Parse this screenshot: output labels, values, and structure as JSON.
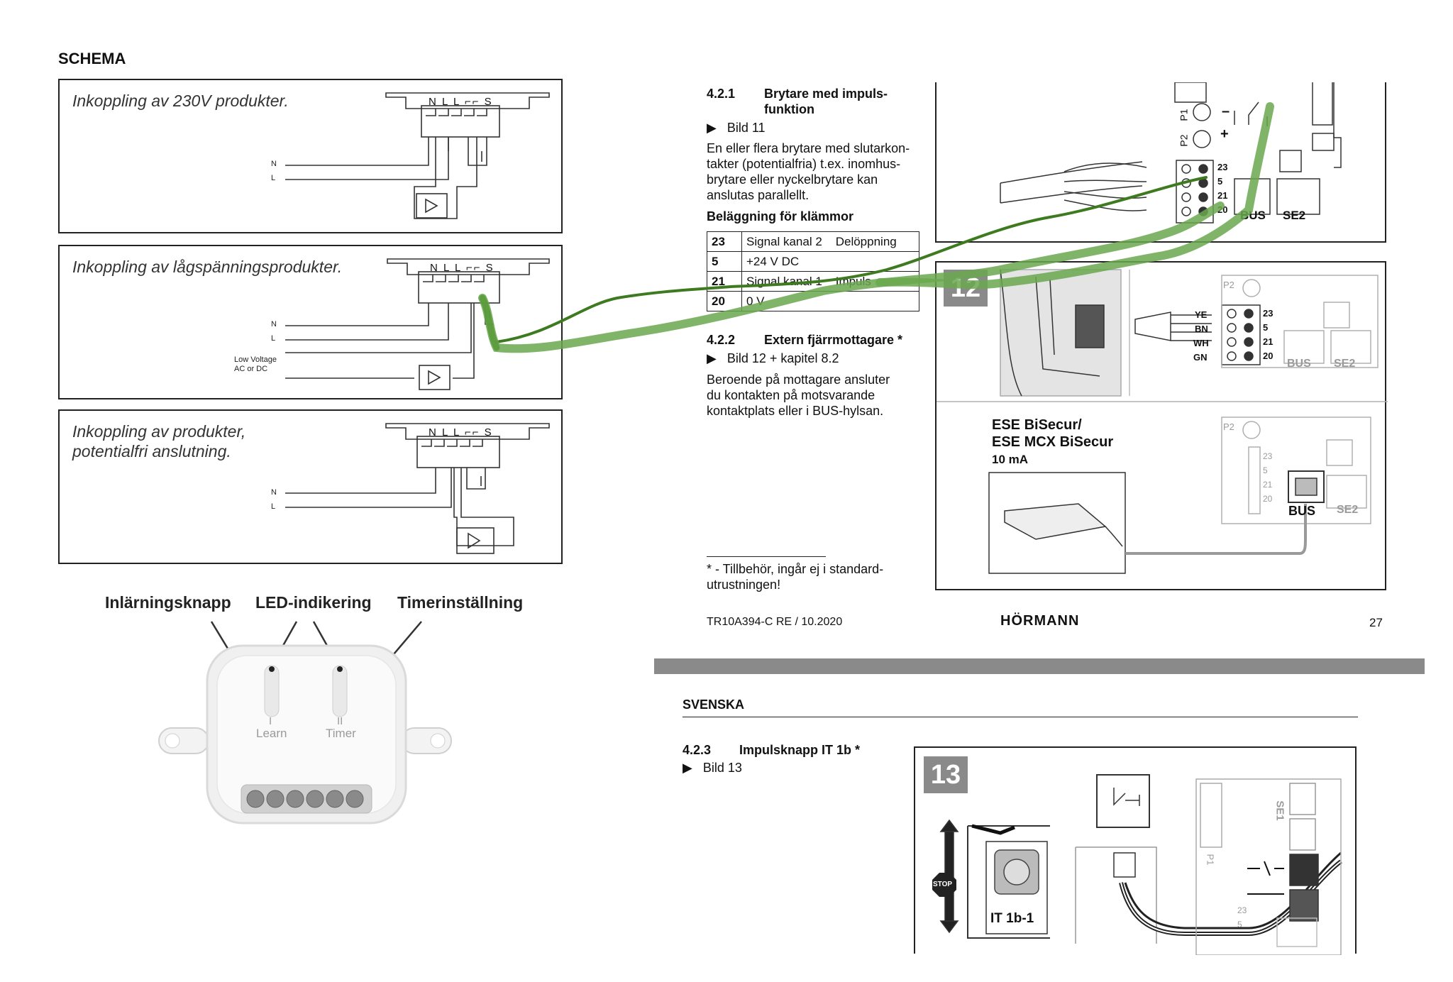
{
  "schema": {
    "title": "SCHEMA",
    "boxes": [
      {
        "caption": "Inkoppling av 230V produkter.",
        "terminals": "N L L ⌐⌐ S",
        "wire_n": "N",
        "wire_l": "L"
      },
      {
        "caption": "Inkoppling av lågspänningsprodukter.",
        "terminals": "N L L ⌐⌐ S",
        "wire_n": "N",
        "wire_l": "L",
        "extra_label_1": "Low Voltage",
        "extra_label_2": "AC or DC"
      },
      {
        "caption_1": "Inkoppling av produkter,",
        "caption_2": "potentialfri anslutning.",
        "terminals": "N L L ⌐⌐ S",
        "wire_n": "N",
        "wire_l": "L"
      }
    ],
    "callouts": [
      "Inlärningsknapp",
      "LED-indikering",
      "Timerinställning"
    ],
    "device_labels": {
      "learn_num": "I",
      "learn": "Learn",
      "timer_num": "II",
      "timer": "Timer"
    }
  },
  "manual_top": {
    "section_421_num": "4.2.1",
    "section_421_title_1": "Brytare med impuls-",
    "section_421_title_2": "funktion",
    "bild_11": "Bild 11",
    "body_421": [
      "En eller flera brytare med slutarkon-",
      "takter (potentialfria) t.ex. inomhus-",
      "brytare eller nyckelbrytare kan",
      "anslutas parallellt."
    ],
    "terminals_heading": "Beläggning för klämmor",
    "terminals": [
      {
        "num": "23",
        "desc": "Signal kanal 2",
        "func": "Delöppning"
      },
      {
        "num": "5",
        "desc": "+24 V DC",
        "func": ""
      },
      {
        "num": "21",
        "desc": "Signal kanal 1",
        "func": "Impuls"
      },
      {
        "num": "20",
        "desc": "0 V",
        "func": ""
      }
    ],
    "section_422_num": "4.2.2",
    "section_422_title": "Extern fjärrmottagare *",
    "bild_12": "Bild 12 + kapitel 8.2",
    "body_422": [
      "Beroende på mottagare ansluter",
      "du kontakten på motsvarande",
      "kontaktplats eller i BUS-hylsan."
    ],
    "footnote_1": "* - Tillbehör, ingår ej i standard-",
    "footnote_2": "utrustningen!",
    "doc_id": "TR10A394-C  RE / 10.2020",
    "brand": "HÖRMANN",
    "page_num": "27",
    "fig11": {
      "p1": "P1",
      "p2": "P2",
      "t23": "23",
      "t5": "5",
      "t21": "21",
      "t20": "20",
      "bus": "BUS",
      "se2": "SE2",
      "minus": "–",
      "plus": "+"
    },
    "fig12": {
      "num": "12",
      "wires": [
        "YE",
        "BN",
        "WH",
        "GN"
      ],
      "t23": "23",
      "t5": "5",
      "t21": "21",
      "t20": "20",
      "bus": "BUS",
      "se2": "SE2",
      "p2": "P2",
      "ese_title_1": "ESE BiSecur/",
      "ese_title_2": "ESE MCX BiSecur",
      "ese_current": "10 mA",
      "bus_label": "BUS",
      "se2_b": "SE2",
      "p2_b": "P2",
      "g23": "23",
      "g5": "5",
      "g21": "21",
      "g20": "20"
    }
  },
  "manual_bottom": {
    "language": "SVENSKA",
    "section_423_num": "4.2.3",
    "section_423_title": "Impulsknapp IT 1b *",
    "bild_13": "Bild 13",
    "fig13": {
      "num": "13",
      "stop": "STOP",
      "it_label": "IT 1b-1",
      "se1": "SE1",
      "p1": "P1",
      "t23": "23",
      "t5": "5"
    }
  },
  "colors": {
    "annotation_green": "#5a9a3c",
    "page_divider": "#8a8a8a"
  }
}
